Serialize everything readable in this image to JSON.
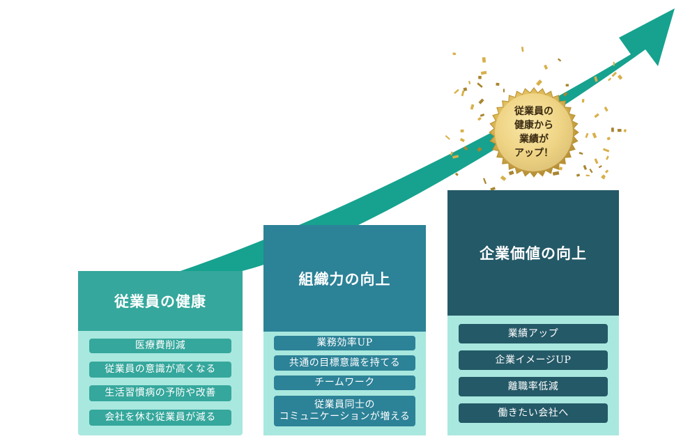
{
  "columns": [
    {
      "title": "従業員の健康",
      "items": [
        "医療費削減",
        "従業員の意識が高くなる",
        "生活習慣病の予防や改善",
        "会社を休む従業員が減る"
      ]
    },
    {
      "title": "組織力の向上",
      "items": [
        "業務効率UP",
        "共通の目標意識を持てる",
        "チームワーク",
        "従業員同士の",
        "コミュニケーションが増える"
      ]
    },
    {
      "title": "企業価値の向上",
      "items": [
        "業績アップ",
        "企業イメージUP",
        "離職率低減",
        "働きたい会社へ"
      ]
    }
  ],
  "seal": {
    "lines": [
      "従業員の",
      "健康から",
      "業績が",
      "アップ！"
    ]
  },
  "colors": {
    "arrow": "#16a28f",
    "col1": "#35a79c",
    "col2": "#2c8297",
    "col3": "#245967",
    "body": "#a9e8df",
    "gold": "#d8b04a"
  }
}
